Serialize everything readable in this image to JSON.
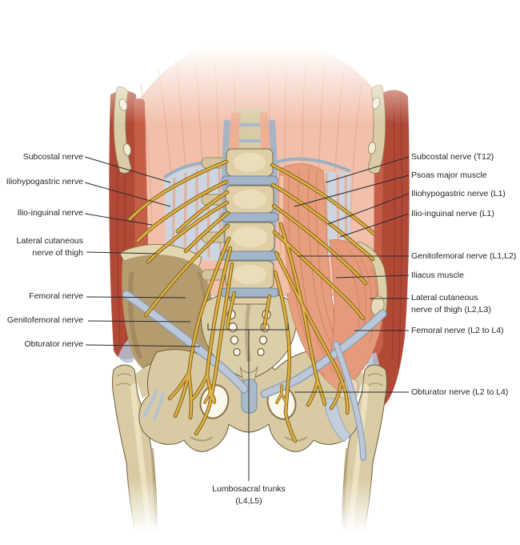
{
  "labels": {
    "left": [
      "Subcostal nerve",
      "Iliohypogastric nerve",
      "Ilio-inguinal nerve",
      "Lateral cutaneous\nnerve of thigh",
      "Femoral nerve",
      "Genitofemoral nerve",
      "Obturator nerve"
    ],
    "right": [
      "Subcostal nerve (T12)",
      "Psoas major muscle",
      "Iliohypogastric nerve (L1)",
      "Ilio-inguinal nerve (L1)",
      "Genitofemoral nerve (L1,L2)",
      "Iliacus muscle",
      "Lateral cutaneous\nnerve of thigh (L2,L3)",
      "Femoral nerve (L2 to L4)",
      "Obturator nerve (L2 to L4)"
    ],
    "bottom": "Lumbosacral trunks\n(L4,L5)"
  },
  "colors": {
    "background": "#ffffff",
    "text": "#231f20",
    "leader_line": "#2b2b2b",
    "muscle_dark_red": "#b14936",
    "muscle_salmon": "#e79e7f",
    "muscle_pale": "#f2c0aa",
    "fascia_blue": "#ccd5e0",
    "bone": "#d9cca4",
    "iliac_fossa": "#b59c6e",
    "nerve_yellow": "#e2b345",
    "nerve_outline": "#7d611d",
    "ligament_blue": "#b7c3d4",
    "disc_blue": "#a3b5c8"
  }
}
